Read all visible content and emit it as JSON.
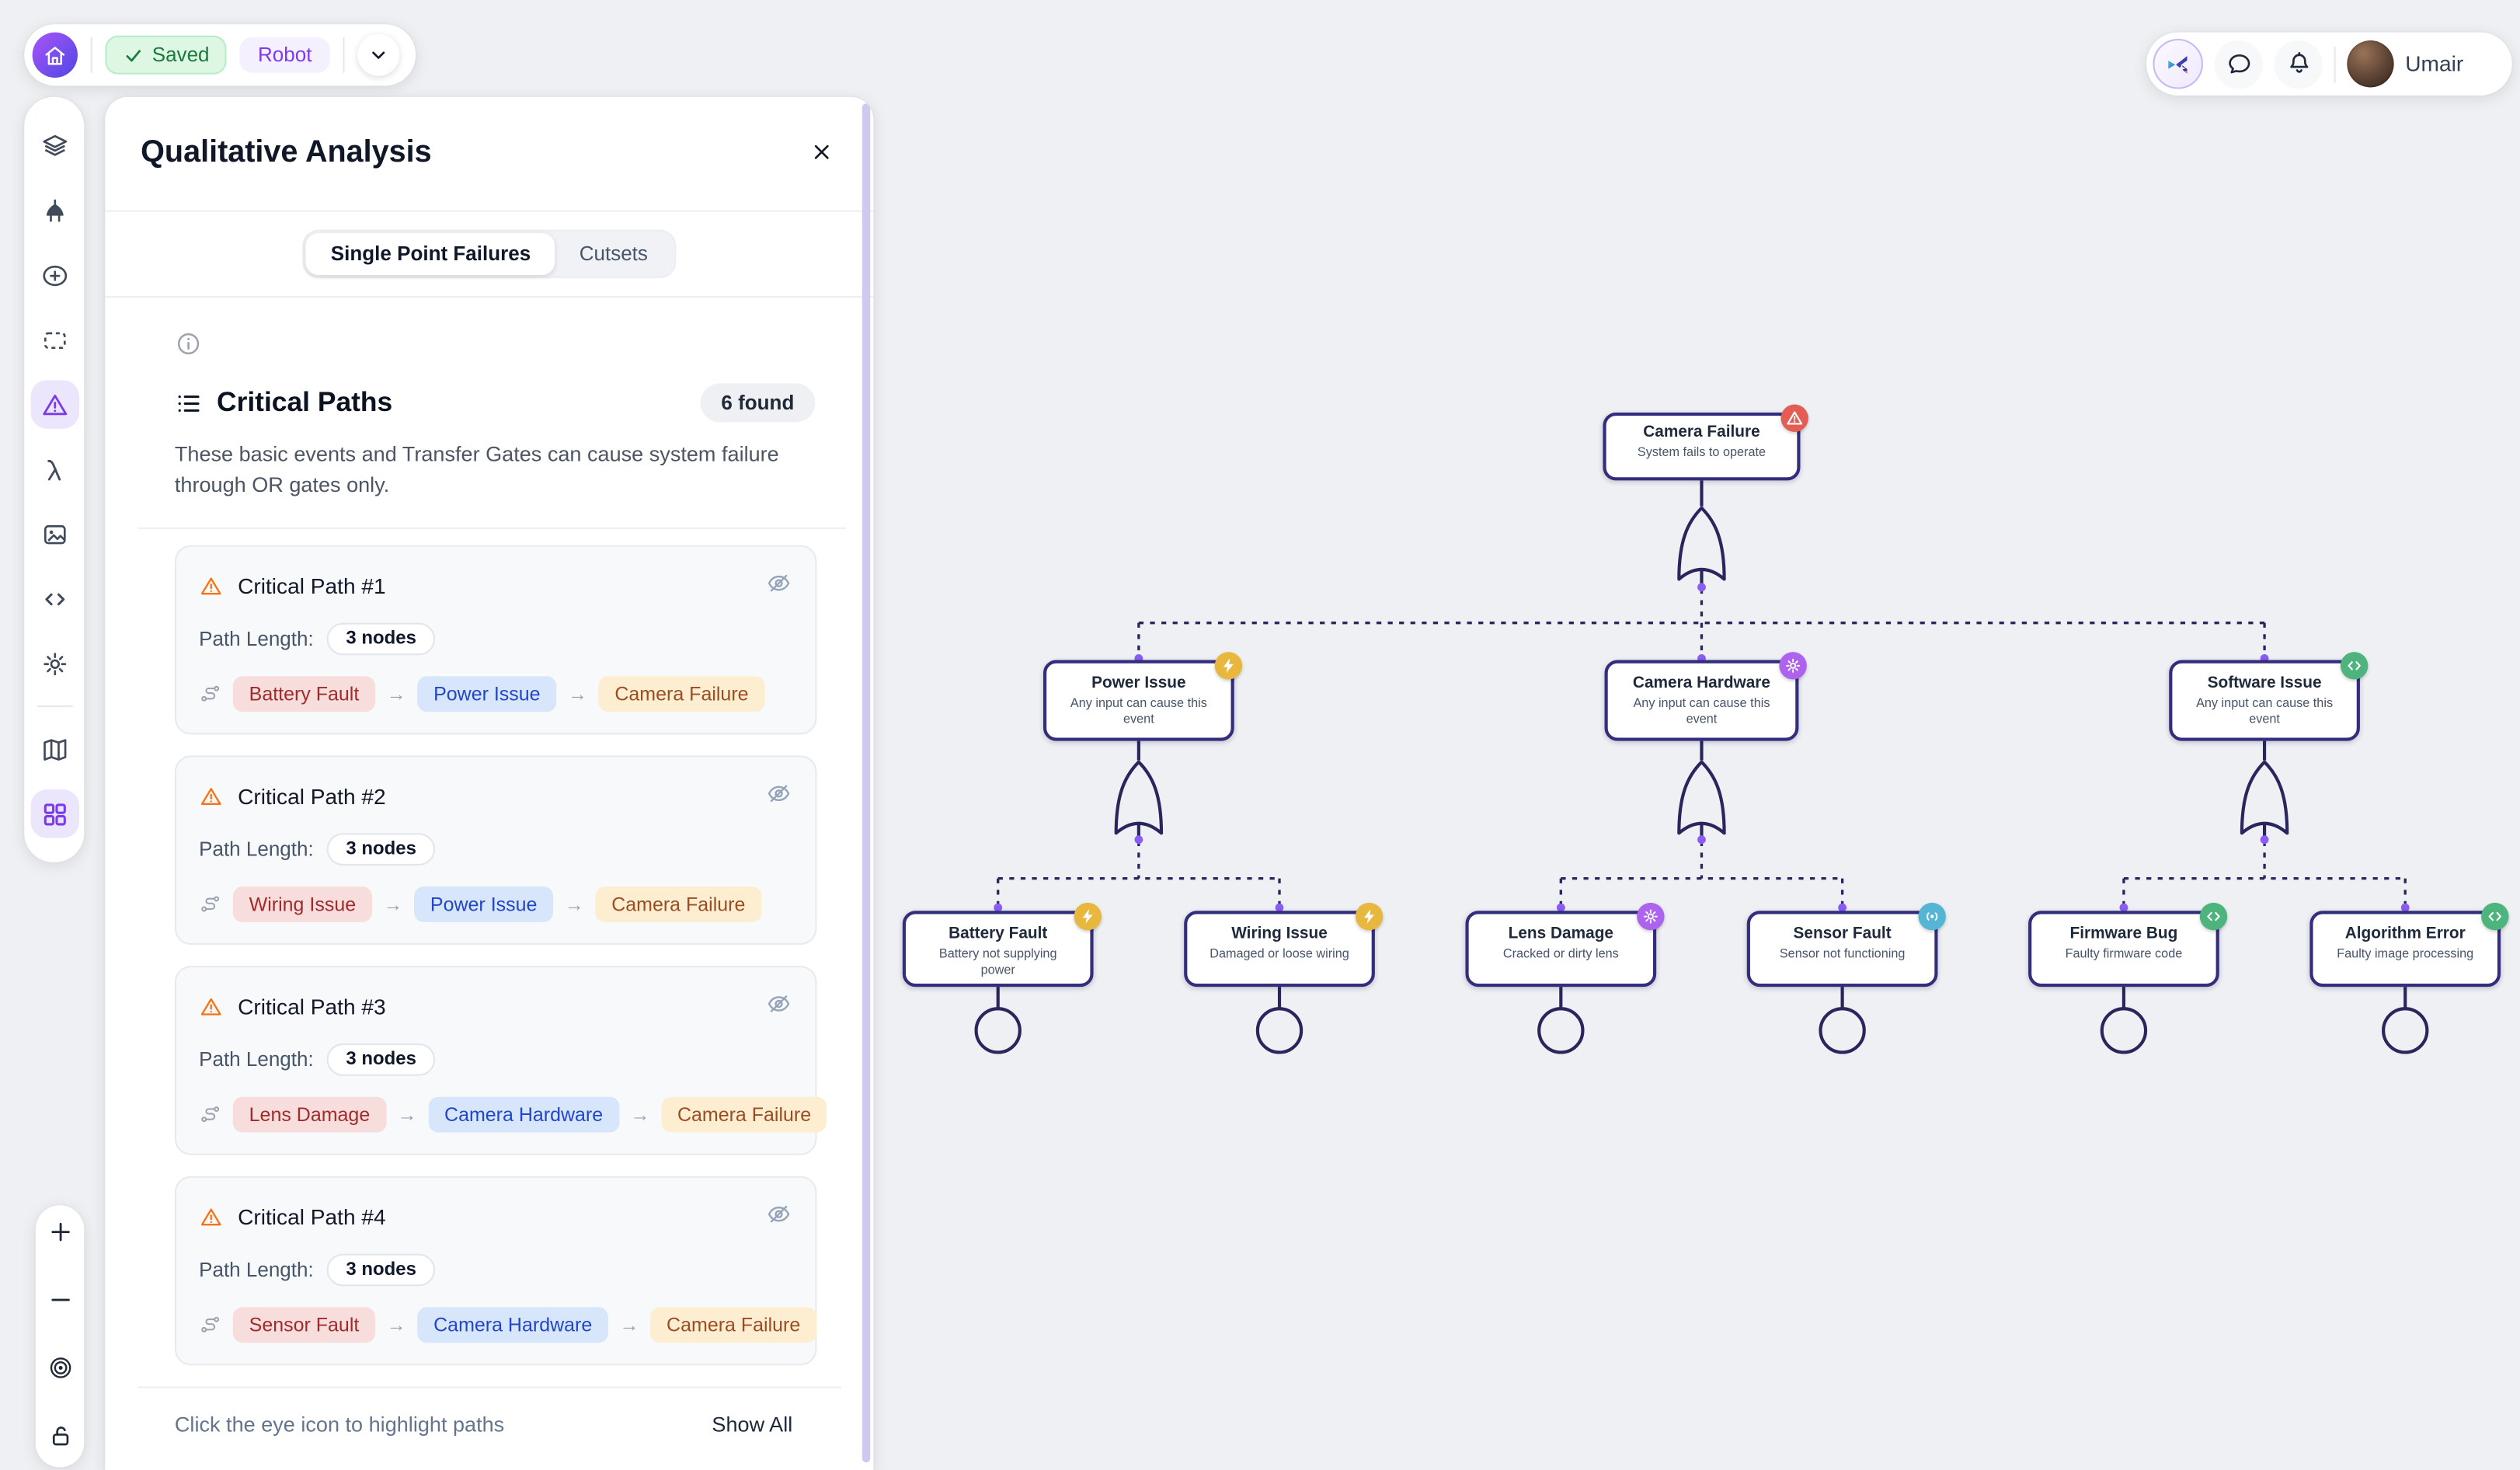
{
  "toolbar": {
    "saved_label": "Saved",
    "project_label": "Robot"
  },
  "topbar_right": {
    "user_name": "Umair",
    "icons": [
      "ai-assistant",
      "chat",
      "notifications"
    ]
  },
  "sidebar": {
    "icons": [
      "layers",
      "gate",
      "add-node",
      "select-area",
      "analysis-warning",
      "lambda",
      "image-export",
      "code",
      "settings",
      "map",
      "components-grid"
    ],
    "active_icons": [
      "analysis-warning",
      "components-grid"
    ]
  },
  "zoom_controls": {
    "icons": [
      "zoom-in",
      "zoom-out",
      "fit-view",
      "unlock"
    ]
  },
  "panel": {
    "title": "Qualitative Analysis",
    "tabs": {
      "single_point": "Single Point Failures",
      "cutsets": "Cutsets",
      "active": "Single Point Failures"
    },
    "section_title": "Critical Paths",
    "found_count": "6 found",
    "description": "These basic events and Transfer Gates can cause system failure through OR gates only.",
    "path_length_label": "Path Length:",
    "chip_arrow": "→",
    "paths": [
      {
        "title": "Critical Path #1",
        "length": "3 nodes",
        "chips": [
          {
            "label": "Battery Fault",
            "color": "red"
          },
          {
            "label": "Power Issue",
            "color": "blue"
          },
          {
            "label": "Camera Failure",
            "color": "amber"
          }
        ]
      },
      {
        "title": "Critical Path #2",
        "length": "3 nodes",
        "chips": [
          {
            "label": "Wiring Issue",
            "color": "red"
          },
          {
            "label": "Power Issue",
            "color": "blue"
          },
          {
            "label": "Camera Failure",
            "color": "amber"
          }
        ]
      },
      {
        "title": "Critical Path #3",
        "length": "3 nodes",
        "chips": [
          {
            "label": "Lens Damage",
            "color": "red"
          },
          {
            "label": "Camera Hardware",
            "color": "blue"
          },
          {
            "label": "Camera Failure",
            "color": "amber"
          }
        ]
      },
      {
        "title": "Critical Path #4",
        "length": "3 nodes",
        "chips": [
          {
            "label": "Sensor Fault",
            "color": "red"
          },
          {
            "label": "Camera Hardware",
            "color": "blue"
          },
          {
            "label": "Camera Failure",
            "color": "amber"
          }
        ]
      }
    ],
    "footer_hint": "Click the eye icon to highlight paths",
    "show_all_label": "Show All"
  },
  "diagram": {
    "gate_type": "OR",
    "nodes": {
      "camera_failure": {
        "title": "Camera Failure",
        "subtitle": "System fails to operate",
        "badge": "warning",
        "badge_color": "#e35d55"
      },
      "power_issue": {
        "title": "Power Issue",
        "subtitle": "Any input can cause this event",
        "badge": "bolt",
        "badge_color": "#e8b73e"
      },
      "camera_hardware": {
        "title": "Camera Hardware",
        "subtitle": "Any input can cause this event",
        "badge": "gear",
        "badge_color": "#ae63ee"
      },
      "software_issue": {
        "title": "Software Issue",
        "subtitle": "Any input can cause this event",
        "badge": "code",
        "badge_color": "#4db47e"
      },
      "battery_fault": {
        "title": "Battery Fault",
        "subtitle": "Battery not supplying power",
        "badge": "bolt",
        "badge_color": "#e8b73e"
      },
      "wiring_issue": {
        "title": "Wiring Issue",
        "subtitle": "Damaged or loose wiring",
        "badge": "bolt",
        "badge_color": "#e8b73e"
      },
      "lens_damage": {
        "title": "Lens Damage",
        "subtitle": "Cracked or dirty lens",
        "badge": "gear",
        "badge_color": "#ae63ee"
      },
      "sensor_fault": {
        "title": "Sensor Fault",
        "subtitle": "Sensor not functioning",
        "badge": "signal",
        "badge_color": "#55b5d4"
      },
      "firmware_bug": {
        "title": "Firmware Bug",
        "subtitle": "Faulty firmware code",
        "badge": "code",
        "badge_color": "#4db47e"
      },
      "algorithm_error": {
        "title": "Algorithm Error",
        "subtitle": "Faulty image processing",
        "badge": "code",
        "badge_color": "#4db47e"
      }
    }
  },
  "colors": {
    "accent_purple": "#7c3aed",
    "saved_green": "#187a3c",
    "node_border": "#322e7d",
    "connector": "#29265e",
    "anchor_dot": "#8b5cf6",
    "canvas_bg": "#eef0f3",
    "scrollbar": "#cfc9f2",
    "chip_red_bg": "#f8dddd",
    "chip_red_text": "#9f2b2b",
    "chip_blue_bg": "#d8e6fb",
    "chip_blue_text": "#2146c7",
    "chip_amber_bg": "#fdeed2",
    "chip_amber_text": "#9a4d21"
  }
}
